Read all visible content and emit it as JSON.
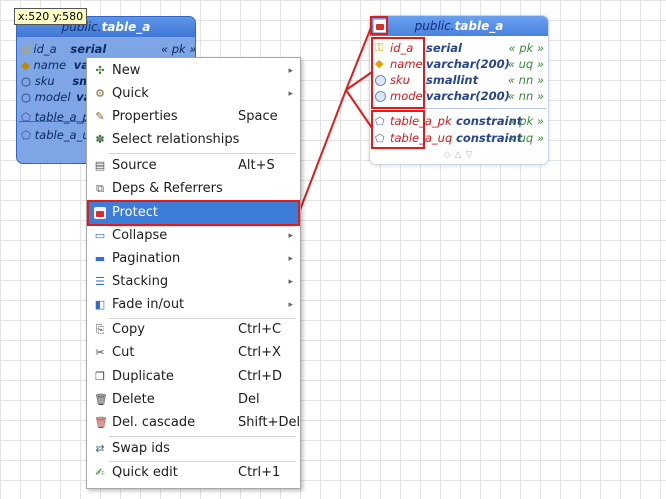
{
  "coord_label": "x:520 y:580",
  "left_table": {
    "schema": "public.",
    "name": "table_a",
    "rows": [
      {
        "name": "id_a",
        "type": "serial",
        "constraint": "« pk »"
      },
      {
        "name": "name",
        "type": "var"
      },
      {
        "name": "sku",
        "type": "sm"
      },
      {
        "name": "model",
        "type": "va"
      }
    ],
    "constraints": [
      {
        "name": "table_a_p"
      },
      {
        "name": "table_a_u"
      }
    ]
  },
  "menu": [
    {
      "label": "New",
      "shortcut": "",
      "arrow": "▸",
      "icon": "new-icon",
      "glyph": "✣"
    },
    {
      "label": "Quick",
      "shortcut": "",
      "arrow": "▸",
      "icon": "quick-icon",
      "glyph": "⚙"
    },
    {
      "label": "Properties",
      "shortcut": "Space",
      "arrow": "",
      "icon": "properties-icon",
      "glyph": "✎"
    },
    {
      "label": "Select relationships",
      "shortcut": "",
      "arrow": "",
      "icon": "relationships-icon",
      "glyph": "✽"
    },
    {
      "label": "Source",
      "shortcut": "Alt+S",
      "arrow": "",
      "icon": "source-icon",
      "glyph": "▤"
    },
    {
      "label": "Deps & Referrers",
      "shortcut": "",
      "arrow": "",
      "icon": "deps-icon",
      "glyph": "⧉"
    },
    {
      "label": "Protect",
      "shortcut": "",
      "arrow": "",
      "icon": "lock-icon",
      "glyph": "🔒"
    },
    {
      "label": "Collapse",
      "shortcut": "",
      "arrow": "▸",
      "icon": "collapse-icon",
      "glyph": "▭"
    },
    {
      "label": "Pagination",
      "shortcut": "",
      "arrow": "▸",
      "icon": "pagination-icon",
      "glyph": "▬"
    },
    {
      "label": "Stacking",
      "shortcut": "",
      "arrow": "▸",
      "icon": "stacking-icon",
      "glyph": "☰"
    },
    {
      "label": "Fade in/out",
      "shortcut": "",
      "arrow": "▸",
      "icon": "fade-icon",
      "glyph": "◧"
    },
    {
      "label": "Copy",
      "shortcut": "Ctrl+C",
      "arrow": "",
      "icon": "copy-icon",
      "glyph": "⎘"
    },
    {
      "label": "Cut",
      "shortcut": "Ctrl+X",
      "arrow": "",
      "icon": "cut-icon",
      "glyph": "✂"
    },
    {
      "label": "Duplicate",
      "shortcut": "Ctrl+D",
      "arrow": "",
      "icon": "duplicate-icon",
      "glyph": "❐"
    },
    {
      "label": "Delete",
      "shortcut": "Del",
      "arrow": "",
      "icon": "delete-icon",
      "glyph": "🗑"
    },
    {
      "label": "Del. cascade",
      "shortcut": "Shift+Del",
      "arrow": "",
      "icon": "delete-cascade-icon",
      "glyph": "🗑"
    },
    {
      "label": "Swap ids",
      "shortcut": "",
      "arrow": "",
      "icon": "swap-icon",
      "glyph": "⇄"
    },
    {
      "label": "Quick edit",
      "shortcut": "Ctrl+1",
      "arrow": "",
      "icon": "quick-edit-icon",
      "glyph": "✍"
    }
  ],
  "right_table": {
    "schema": "public.",
    "name": "table_a",
    "columns": [
      {
        "name": "id_a",
        "type": "serial",
        "constraint": "« pk »"
      },
      {
        "name": "name",
        "type": "varchar(200)",
        "constraint": "« uq »"
      },
      {
        "name": "sku",
        "type": "smallint",
        "constraint": "« nn »"
      },
      {
        "name": "model",
        "type": "varchar(200)",
        "constraint": "« nn »"
      }
    ],
    "constraints": [
      {
        "name": "table_a_pk",
        "type": "constraint",
        "constraint": "« pk »"
      },
      {
        "name": "table_a_uq",
        "type": "constraint",
        "constraint": "« uq »"
      }
    ]
  }
}
